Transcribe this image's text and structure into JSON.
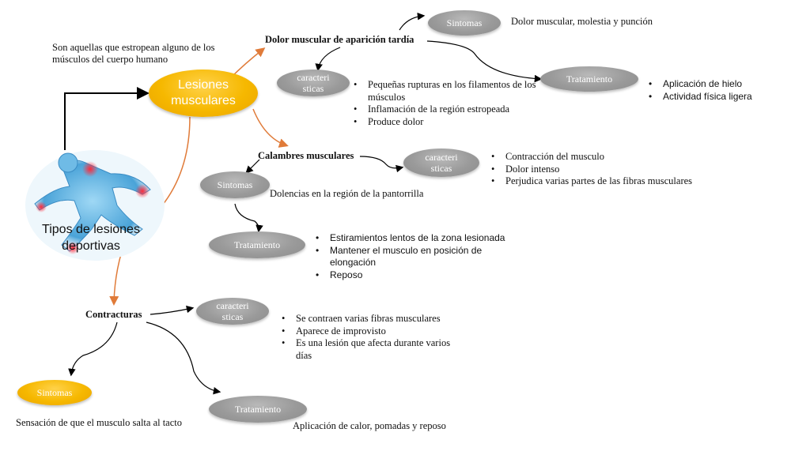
{
  "main": {
    "title": "Tipos de lesiones deportivas",
    "definition": "Son aquellas que estropean alguno de los músculos del cuerpo humano",
    "central_node": "Lesiones musculares"
  },
  "doms": {
    "heading": "Dolor muscular de aparición tardía",
    "sintomas_label": "Sintomas",
    "sintomas_text": "Dolor muscular, molestia y punción",
    "caracteristicas_label": "caracteri sticas",
    "caracteristicas": [
      "Pequeñas rupturas en los filamentos de los músculos",
      "Inflamación de la región  estropeada",
      "Produce dolor"
    ],
    "tratamiento_label": "Tratamiento",
    "tratamiento": [
      "Aplicación de hielo",
      "Actividad física ligera"
    ]
  },
  "calambres": {
    "heading": "Calambres musculares",
    "caracteristicas_label": "caracteri sticas",
    "caracteristicas": [
      "Contracción del musculo",
      "Dolor intenso",
      "Perjudica varias partes de las fibras musculares"
    ],
    "sintomas_label": "Sintomas",
    "sintomas_text": "Dolencias en la región de la pantorrilla",
    "tratamiento_label": "Tratamiento",
    "tratamiento": [
      "Estiramientos lentos de la zona lesionada",
      "Mantener el musculo en posición de elongación",
      "Reposo"
    ]
  },
  "contracturas": {
    "heading": "Contracturas",
    "caracteristicas_label": "caracteri sticas",
    "caracteristicas": [
      "Se contraen varias fibras musculares",
      "Aparece de improvisto",
      "Es una lesión que afecta durante varios días"
    ],
    "sintomas_label": "Sintomas",
    "sintomas_text": "Sensación de que el musculo salta al tacto",
    "tratamiento_label": "Tratamiento",
    "tratamiento_text": "Aplicación de calor, pomadas y reposo"
  },
  "colors": {
    "node_orange": "#f6b800",
    "node_grey": "#9a9a9a",
    "connector_orange": "#e07b39",
    "connector_black": "#000000"
  }
}
